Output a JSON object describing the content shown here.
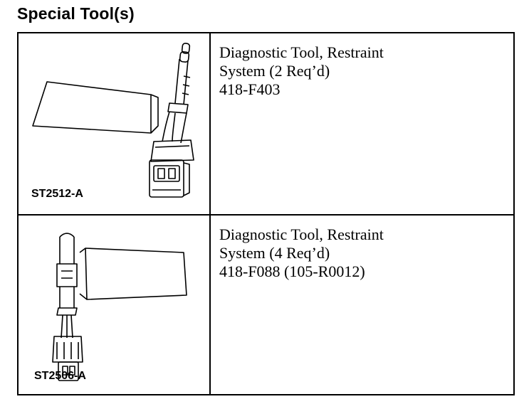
{
  "title": "Special Tool(s)",
  "tools": [
    {
      "code": "ST2512-A",
      "lines": [
        "Diagnostic Tool, Restraint",
        "System (2 Req’d)",
        "418-F403"
      ]
    },
    {
      "code": "ST2506-A",
      "lines": [
        "Diagnostic Tool, Restraint",
        "System (4 Req’d)",
        "418-F088 (105-R0012)"
      ]
    }
  ]
}
